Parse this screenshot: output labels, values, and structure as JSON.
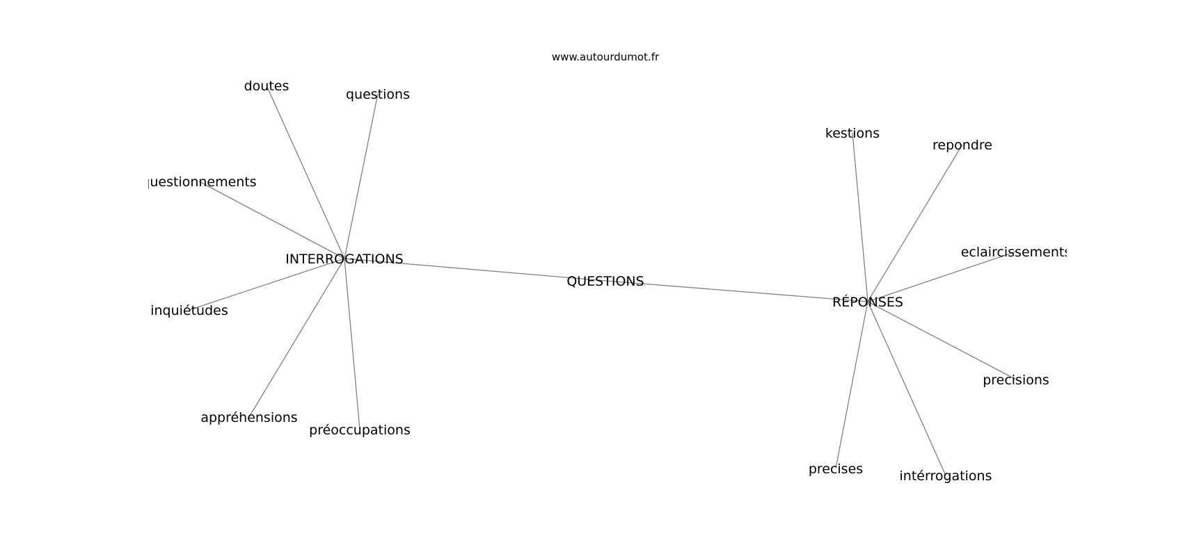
{
  "watermark": "www.autourdumot.fr",
  "graph": {
    "center": "QUESTIONS",
    "hubs": [
      {
        "label": "INTERROGATIONS",
        "neighbors": [
          "doutes",
          "questions",
          "questionnements",
          "inquiétudes",
          "appréhensions",
          "préoccupations"
        ]
      },
      {
        "label": "RÉPONSES",
        "neighbors": [
          "kestions",
          "repondre",
          "eclaircissements",
          "precisions",
          "intérrogations",
          "precises"
        ]
      }
    ]
  }
}
